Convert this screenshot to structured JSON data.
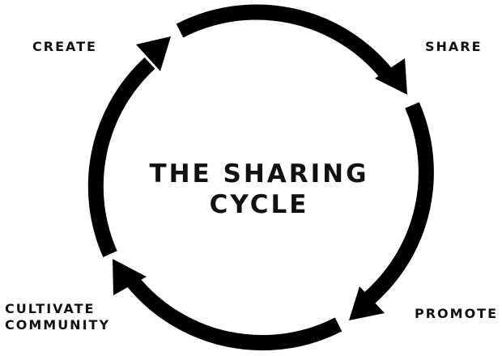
{
  "diagram": {
    "title_line1": "THE SHARING",
    "title_line2": "CYCLE",
    "type": "cycle",
    "stages": [
      {
        "label": "CREATE",
        "position": "top-left"
      },
      {
        "label": "SHARE",
        "position": "top-right"
      },
      {
        "label": "PROMOTE",
        "position": "bottom-right"
      },
      {
        "label_line1": "CULTIVATE",
        "label_line2": "COMMUNITY",
        "position": "bottom-left"
      }
    ],
    "flow": [
      "CREATE",
      "SHARE",
      "PROMOTE",
      "CULTIVATE COMMUNITY",
      "CREATE"
    ],
    "colors": {
      "stroke": "#000000",
      "background": "#ffffff",
      "text": "#111111"
    }
  }
}
